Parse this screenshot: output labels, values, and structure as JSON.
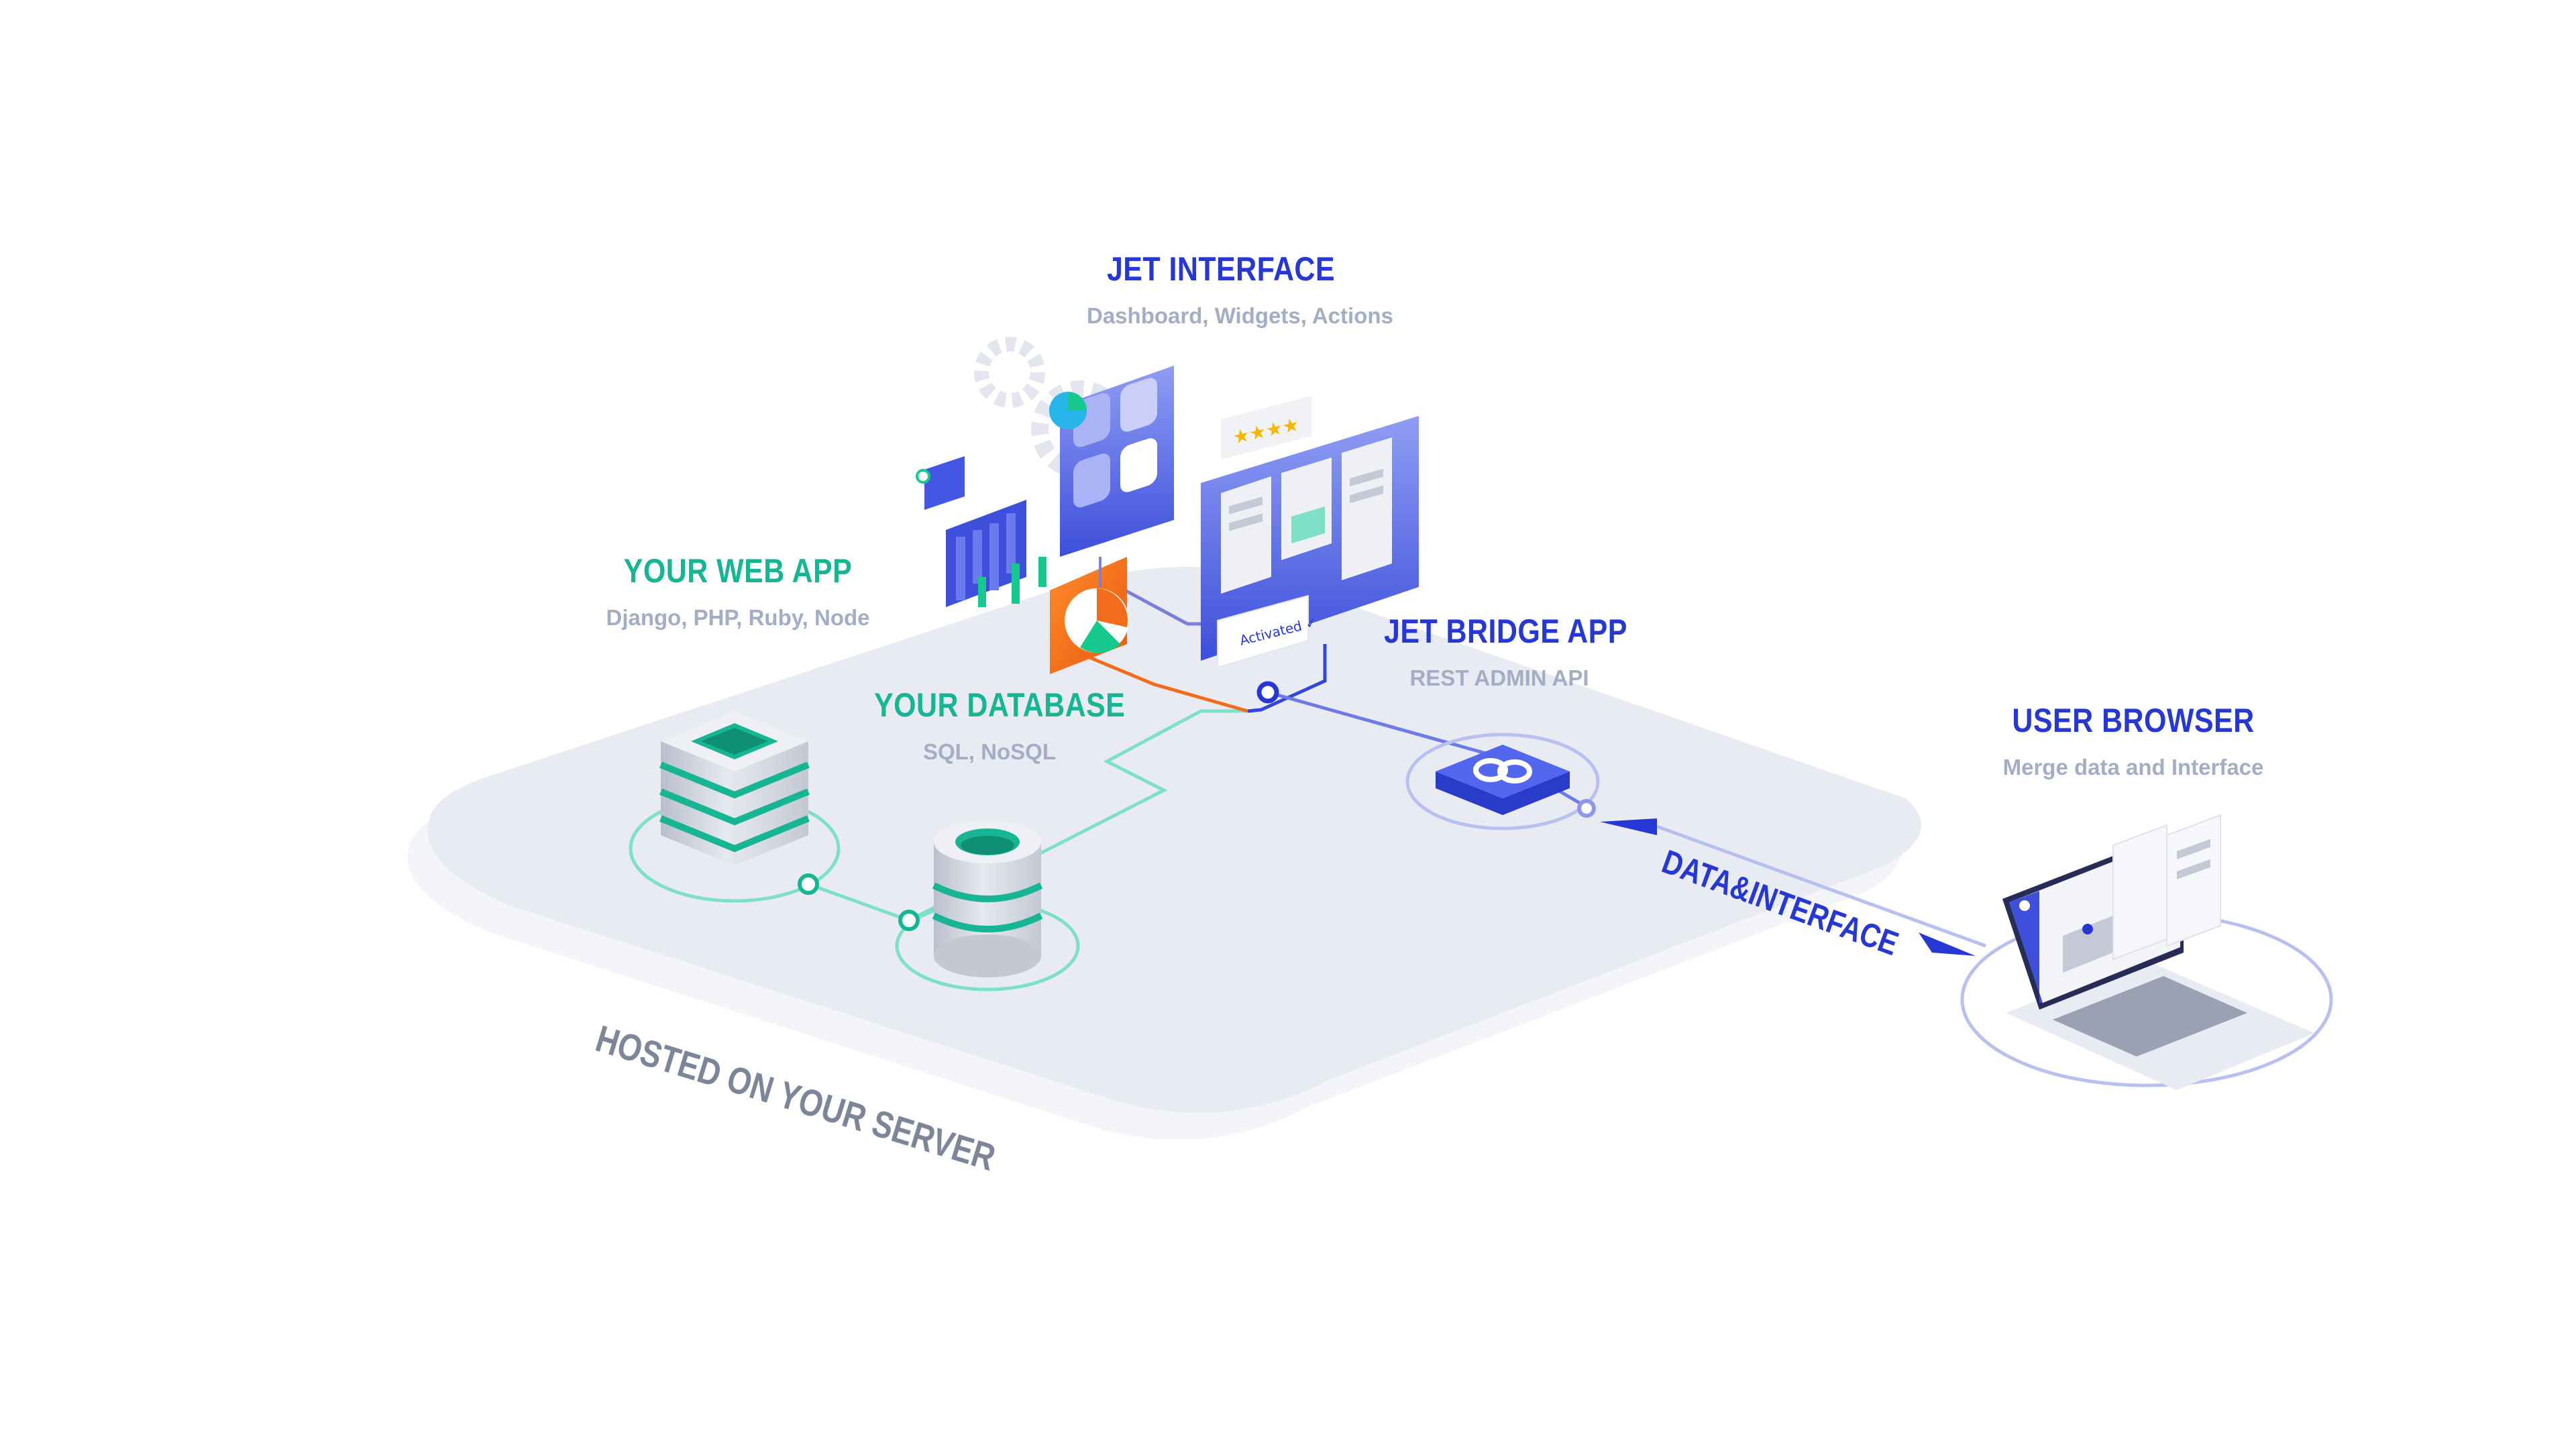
{
  "nodes": {
    "jet_interface": {
      "title": "JET INTERFACE",
      "subtitle": "Dashboard, Widgets, Actions"
    },
    "web_app": {
      "title": "YOUR WEB APP",
      "subtitle": "Django, PHP, Ruby, Node"
    },
    "database": {
      "title": "YOUR DATABASE",
      "subtitle": "SQL, NoSQL"
    },
    "jet_bridge": {
      "title": "JET BRIDGE APP",
      "subtitle": "REST ADMIN API"
    },
    "user_browser": {
      "title": "USER BROWSER",
      "subtitle": "Merge data and Interface"
    }
  },
  "edges": {
    "data_interface": "DATA&INTERFACE"
  },
  "platform": {
    "label": "HOSTED ON YOUR SERVER"
  },
  "widgets": {
    "activated_badge": "Activated ✓",
    "rating": "★★★★"
  },
  "colors": {
    "teal": "#18b595",
    "blue": "#2637d4",
    "orange": "#f26d1b",
    "platform": "#e9ebf2",
    "muted": "#a3aec4"
  }
}
